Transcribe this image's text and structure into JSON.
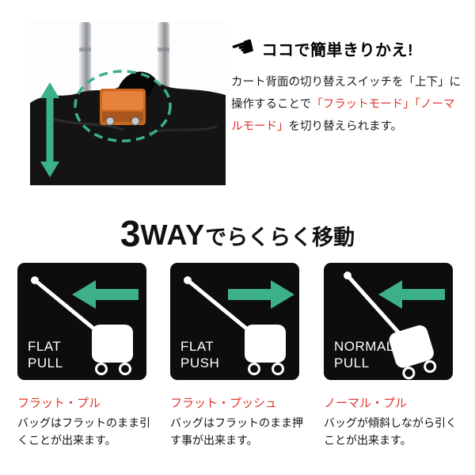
{
  "colors": {
    "accent_green": "#3cb08a",
    "accent_red": "#e0342b",
    "panel_black": "#0d0d0d",
    "switch_orange": "#e5813a"
  },
  "switch_section": {
    "hand_icon": "☚",
    "headline": "ココで簡単きりかえ!",
    "body_black1": "カート背面の切り替えスイッチを「上下」に操作することで",
    "body_red1": "「フラットモード」",
    "body_red2": "「ノーマルモード」",
    "body_black2": "を切り替えられます。"
  },
  "heading": {
    "number": "3",
    "way": "WAY",
    "rest": "でらくらく移動"
  },
  "panels": [
    {
      "label_line1": "FLAT",
      "label_line2": "PULL",
      "arrow_direction": "left",
      "caption_title": "フラット・プル",
      "caption_body": "バッグはフラットのまま引くことが出来ます。"
    },
    {
      "label_line1": "FLAT",
      "label_line2": "PUSH",
      "arrow_direction": "right",
      "caption_title": "フラット・プッシュ",
      "caption_body": "バッグはフラットのまま押す事が出来ます。"
    },
    {
      "label_line1": "NORMAL",
      "label_line2": "PULL",
      "arrow_direction": "left",
      "caption_title": "ノーマル・プル",
      "caption_body": "バッグが傾斜しながら引くことが出来ます。"
    }
  ]
}
